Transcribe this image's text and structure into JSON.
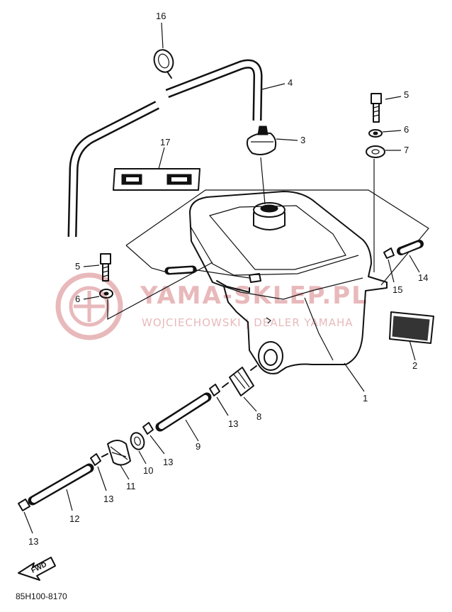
{
  "diagram": {
    "watermark": {
      "brand": "YAMA-SKLEP.PL",
      "tagline": "WOJCIECHOWSKI | DEALER YAMAHA"
    },
    "drawing_code": "85H100-8170",
    "fwd_label": "FWD",
    "callouts": {
      "c1": "1",
      "c2": "2",
      "c3": "3",
      "c4": "4",
      "c5a": "5",
      "c5b": "5",
      "c6a": "6",
      "c6b": "6",
      "c7": "7",
      "c8": "8",
      "c9": "9",
      "c10": "10",
      "c11": "11",
      "c12": "12",
      "c13a": "13",
      "c13b": "13",
      "c13c": "13",
      "c13d": "13",
      "c14": "14",
      "c15": "15",
      "c16": "16",
      "c17": "17"
    }
  }
}
